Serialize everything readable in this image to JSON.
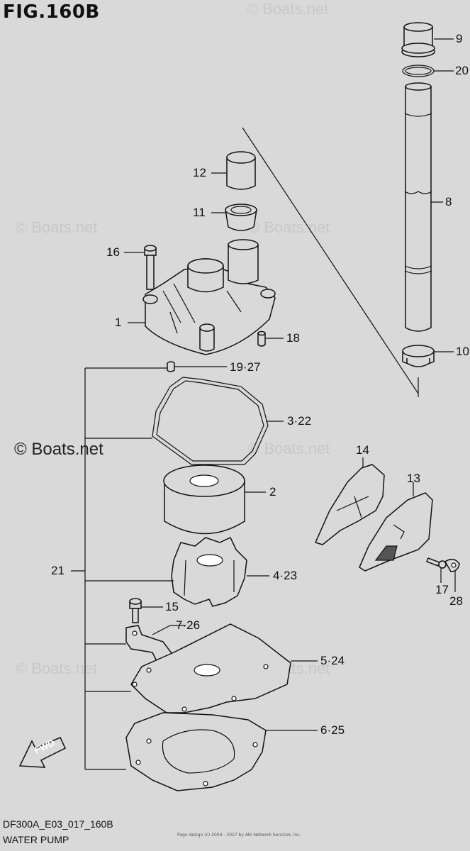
{
  "figure_title": "FIG.160B",
  "watermark_text": "© Boats.net",
  "part_labels": {
    "p9": "9",
    "p20": "20",
    "p8": "8",
    "p10": "10",
    "p12": "12",
    "p11": "11",
    "p16": "16",
    "p1": "1",
    "p18": "18",
    "p19_27": "19·27",
    "p3_22": "3·22",
    "p2": "2",
    "p21": "21",
    "p4_23": "4·23",
    "p15": "15",
    "p7_26": "7·26",
    "p5_24": "5·24",
    "p6_25": "6·25",
    "p14": "14",
    "p13": "13",
    "p17": "17",
    "p28": "28"
  },
  "fwd_label": "FWD",
  "footer": {
    "code": "DF300A_E03_017_160B",
    "name": "WATER PUMP"
  },
  "tiny_print": "Page design (c) 2004 - 2017 by ARI Network Services, Inc."
}
